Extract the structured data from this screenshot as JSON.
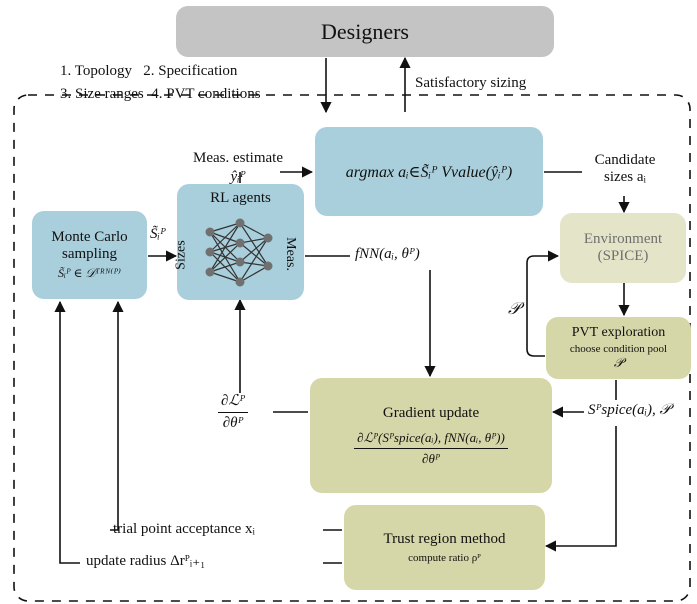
{
  "designers": {
    "title": "Designers",
    "inputs_line1": "1. Topology   2. Specification",
    "inputs_line2": "3. Size ranges  4. PVT conditions",
    "feedback": "Satisfactory sizing"
  },
  "montecarlo": {
    "line1": "Monte Carlo",
    "line2": "sampling",
    "set": "S̃ᵢᴾ ∈ 𝒟ᵀᴿᴺ⁽ᴾ⁾"
  },
  "sample_label": "S̃ᵢᴾ",
  "rl_agents": {
    "title": "RL agents",
    "left_axis": "Sizes",
    "right_axis": "Meas."
  },
  "meas_estimate": {
    "line1": "Meas. estimate",
    "line2": "ŷᵢᴾ"
  },
  "argmax_box": {
    "text": "argmax aᵢ∈S̃ᵢᴾ  Vvalue(ŷᵢᴾ)"
  },
  "candidate": {
    "line1": "Candidate",
    "line2": "sizes aᵢ"
  },
  "environment": {
    "line1": "Environment",
    "line2": "(SPICE)"
  },
  "pvt": {
    "title": "PVT exploration",
    "subtitle": "choose condition pool",
    "symbol": "𝒫"
  },
  "p_label": "𝒫",
  "fnn_label": "fNN(aᵢ, θᴾ)",
  "gradient": {
    "title": "Gradient update",
    "num": "∂ℒᴾ(Sᴾspice(aᵢ), fNN(aᵢ, θᴾ))",
    "den": "∂θᴾ"
  },
  "dl_dtheta": {
    "num": "∂ℒᴾ",
    "den": "∂θᴾ"
  },
  "spice_label": "Sᴾspice(aᵢ), 𝒫",
  "trust": {
    "title": "Trust region method",
    "subtitle": "compute ratio ρᴾ"
  },
  "trial": "trial point acceptance xᵢ",
  "update": "update radius Δrᴾᵢ₊₁",
  "colors": {
    "gray": "#c4c4c4",
    "blue": "#a9cfdc",
    "olive": "#d6d7a8",
    "env": "#e4e5c8"
  }
}
